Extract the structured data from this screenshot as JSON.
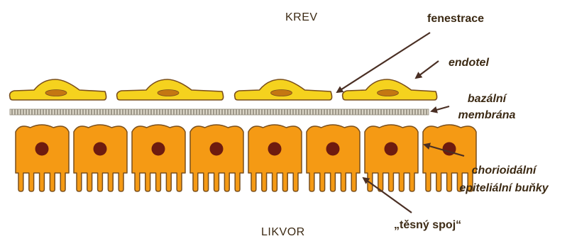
{
  "labels": {
    "blood": "KREV",
    "fenestration": "fenestrace",
    "endothelium": "endotel",
    "basal_membrane_line1": "bazální",
    "basal_membrane_line2": "membrána",
    "choroid_cells_line1": "chorioidální",
    "choroid_cells_line2": "epiteliální buňky",
    "tight_junction": "„těsný spoj“",
    "csf": "LIKVOR"
  },
  "colors": {
    "endothelium_fill": "#f5d21e",
    "endothelium_nucleus": "#c47712",
    "outline": "#7a4f1c",
    "basal_membrane": "#b9b3a1",
    "epithelial_fill": "#f59a14",
    "epithelial_nucleus": "#6e1b0f",
    "arrow": "#4a2f24",
    "text": "#3c2a14"
  },
  "counts": {
    "endothelial_cells": 4,
    "epithelial_cells": 8
  }
}
